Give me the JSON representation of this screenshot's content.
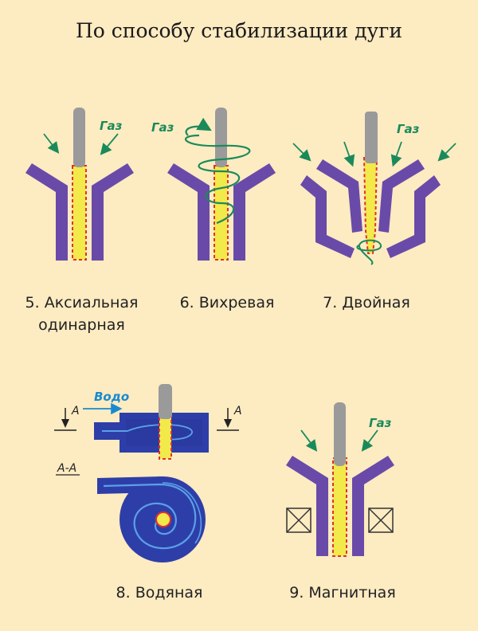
{
  "title": "По способу стабилизации дуги",
  "colors": {
    "background": "#fdebc2",
    "nozzle": "#6a4aa8",
    "electrode": "#9a9a9a",
    "arc": "#f2e94a",
    "arc_outline": "#e03030",
    "gas_arrow": "#1a8a5a",
    "water_chamber": "#2e3ea8",
    "water_swirl": "#5aa0e8",
    "water_label": "#1a8ad0"
  },
  "labels": {
    "gas": "Газ",
    "water": "Водо",
    "section_a": "А",
    "section_aa": "А-А"
  },
  "captions": {
    "axial_line1": "5. Аксиальная",
    "axial_line2": "одинарная",
    "vortex": "6. Вихревая",
    "double": "7. Двойная",
    "water": "8. Водяная",
    "magnetic": "9. Магнитная"
  },
  "icons": [
    "electrode",
    "nozzle",
    "gas-arrow",
    "swirl",
    "coil-box-icon"
  ]
}
